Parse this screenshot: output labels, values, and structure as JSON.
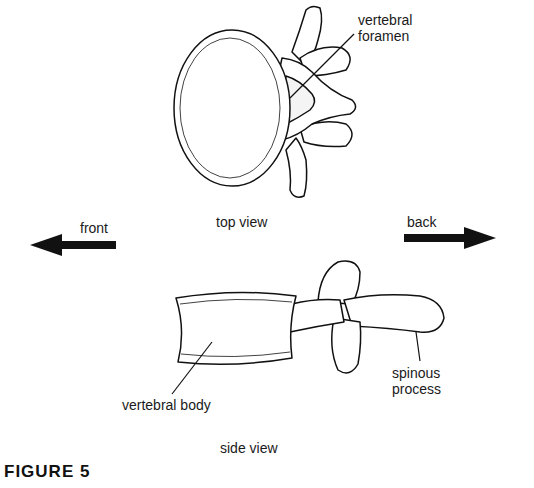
{
  "diagram": {
    "caption": "FIGURE 5",
    "labels": [
      "vertebral foramen",
      "top view",
      "front",
      "back",
      "vertebral body",
      "spinous process",
      "side view"
    ]
  }
}
